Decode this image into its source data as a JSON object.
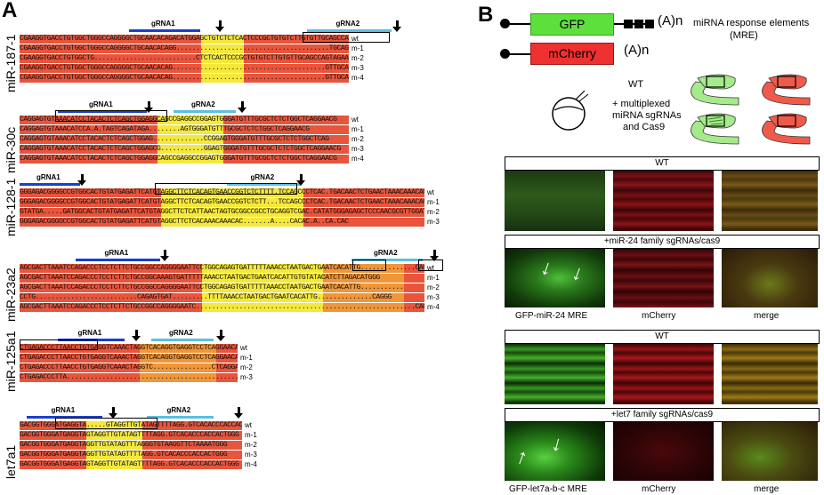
{
  "panelA": {
    "letter": "A",
    "genes": [
      {
        "name": "miR-187-1",
        "guides": [
          "gRNA1",
          "gRNA2"
        ],
        "alleles": [
          "wt",
          "m-1",
          "m-2",
          "m-3",
          "m-4"
        ],
        "rows": [
          "CGAAGGTGACCTGTGGCTGGGCCAGGGGCTGCAACACAGACATGGAGCTGTCTCTCACTCCCGCTGTGTCTTGTGTTGCAGCCAGTGGAACGCTACACT",
          "CGAAGGTGACCTGTGGCTGGGCCAGGGGCTGCAACACAGG.......................................TGCAGCCAGTGGAACGCTACACT",
          "CGAAGGTGACCTGTGGCTG..........................CTCTCACTCCCGCTGTGTCTTGTGTTGCAGCCAGTAGAACGCTACACT",
          "CGAAGGTGACCTGTGGCTGGGCCAGGGGCTGCAACACAG.......................................GTTGCAGCCAGTGGAACGCTACACT",
          "CGAAGGTGACCTGTGGCTGGGCCAGGGGCTGCAACACAG.......................................GTTGCAGCCAGTGGAACGCTACACT"
        ]
      },
      {
        "name": "miR-30c",
        "guides": [
          "gRNA1",
          "gRNA2"
        ],
        "alleles": [
          "wt",
          "m-1",
          "m-2",
          "m-3",
          "m-4"
        ],
        "rows": [
          "CAGGAGTGTAAACATCCTACACTCTCAGCTGGAGGCAGCCGAGGCCGGAGTGGGATGTTTGCGCTCTCTGGCTCAGGAACG",
          "CAGGAGTGTAAACATCCA.A.TAGTCAGATAGA........AGTGGGATGTTTGCGCTCTCTGGCTCAGGAACG",
          "CAGGAGTGTAAACATCCTACACTCTCAGCTGGAG.............CCGGAGTGGGATGTTTGCGCTCTCTGGCTCAG",
          "CAGGAGTGTAAACATCCTACACTCTCAGCTGGAGCG...........GGAGTGGGATGTTTGCGCTCTCTGGCTCAGGAACG",
          "CAGGAGTGTAAACATCCTACACTCTCAGCTGGAGGCAGCCGAGGCCGGAGTGGGATGTTTGCGCTCTCTGGCTCAGGAACG"
        ]
      },
      {
        "name": "miR-128-1",
        "guides": [
          "gRNA1",
          "gRNA2"
        ],
        "alleles": [
          "wt",
          "m-1",
          "m-2",
          "m-3"
        ],
        "rows": [
          "GGGAGACGGGGCCGTGGCACTGTATGAGATTCATGTAGGCTTCTCACAGTGAACCGGTCTCTTTT.TCCAGCCCTCAC.TGACAACTCTGAACTAAACAAACACA",
          "GGGAGACGGGGCCGTGGCACTGTATGAGATTCATGTAGGCTTCTCACAGTGAACCGGTCTCTT...TCCAGCCCTCAC.TGACAACTCTGAACTAAACAAACACA",
          "GTATGA.....GATGGCACTGTATGAGATTCATGTAGGCTTCTCATTAACTAGTGCGGCCGCCTGCAGGTCGAC.CATATGGGAGAGCTCCCAACGCGTTGGATGCA",
          "GGGAGACGGGGCCGTGGCACTGTATGAGATTCATGTAGGCTTCTCACAAACAAACAC.......A....CACAC.A..CA.CAC"
        ]
      },
      {
        "name": "miR-23a2",
        "guides": [
          "gRNA1",
          "gRNA2"
        ],
        "alleles": [
          "wt",
          "m-1",
          "m-2",
          "m-3",
          "m-4"
        ],
        "rows": [
          "AGCGACTTAAATCCAGACCCTCCTCTTCTGCCGGCCAGGGGAATTCCTGGCAGAGTGATTTTTAAACCTAATGACTGAATCACATTG..............CAGGG",
          "AGCGACTTAAATCCAGACCCTCCTCTTCTGCCGGCAAAGTGATTTTTAAACCTAATGACTGAATCACATTGTGTATACATCTTAGACATGGG",
          "AGCGACTTAAATCCAGACCCTCCTCTTCTGCCGGCCAGGGGAATTCCTGGCAGAGTGATTTTTAAACCTAATGACTGAATCACATTG...........",
          "CCTG..........................CAGAGTGAT.........TTTTAAACCTAATGACTGAATCACATTG..............CAGGG",
          "AGCGACTTAAATCCAGACCCTCCTCTTCTGCCGGCCAGGGGAATC........................................................CAGGG"
        ]
      },
      {
        "name": "miR-125a1",
        "guides": [
          "gRNA1",
          "gRNA2"
        ],
        "alleles": [
          "wt",
          "m-1",
          "m-2",
          "m-3"
        ],
        "rows": [
          "CTGAGACCCTTAACCTGTGAGGTCAAACTAGGTCACAGGTGAGGTCCTCAGGAACAGG",
          "CTGAGACCCTTAACCTGTGAGGTCAAACTAGGTCACAGGTGAGGTCCTCAGGAACAGG",
          "CTGAGACCCTTAACCTGTGAGGTCAAACTAGGTC...............CTCAGGAACAGG",
          "CTGAGACCCTTA.........................................................CAGG"
        ]
      },
      {
        "name": "let7a1",
        "guides": [
          "gRNA1",
          "gRNA2"
        ],
        "alleles": [
          "wt",
          "m-1",
          "m-2",
          "m-3",
          "m-4"
        ],
        "rows": [
          "GACGGTGGGATGAGGTA.....GTAGGTTGTATAGTTTTAGG.GTCACACCCACCACTGGG",
          "GACGGTGGGATGAGGTAGTAGGTTGTATAGTTTTAGG.GTCACACCCACCACTGGG",
          "GACGGTGGGATGAGGTAGGTTGTATAGTTTAGGGTGTAAGGTTCTAAAATGGG",
          "GACGGTGGGATGAGGTAGGTTGTATAGTTTTAGG.GTCACACCCACCACTGGG",
          "GACGGTGGGATGAGGTAGTAGGTTGTATAGTTTTAGG.GTCACACCCACCACTGGG"
        ]
      }
    ]
  },
  "panelB": {
    "letter": "B",
    "construct_gfp": "GFP",
    "construct_mcherry": "mCherry",
    "polyA": "(A)n",
    "mre_label": "miRNA response elements",
    "mre_abbrev": "(MRE)",
    "wt_label": "WT",
    "treatment_label": "+ multiplexed\nmiRNA sgRNAs\nand Cas9",
    "treatment_lines": [
      "+ multiplexed",
      "miRNA sgRNAs",
      "and Cas9"
    ],
    "exp1": {
      "header_wt": "WT",
      "header_treat": "+miR-24 family sgRNAs/cas9",
      "captions": [
        "GFP-miR-24 MRE",
        "mCherry",
        "merge"
      ]
    },
    "exp2": {
      "header_wt": "WT",
      "header_treat": "+let7 family sgRNAs/cas9",
      "captions": [
        "GFP-let7a-b-c MRE",
        "mCherry",
        "merge"
      ]
    },
    "arrow_glyph": "↓",
    "colors": {
      "gfp": "#5ee03c",
      "mcherry": "#e83030",
      "guide1": "#1a3fd0",
      "guide2": "#5bbfe0"
    }
  }
}
